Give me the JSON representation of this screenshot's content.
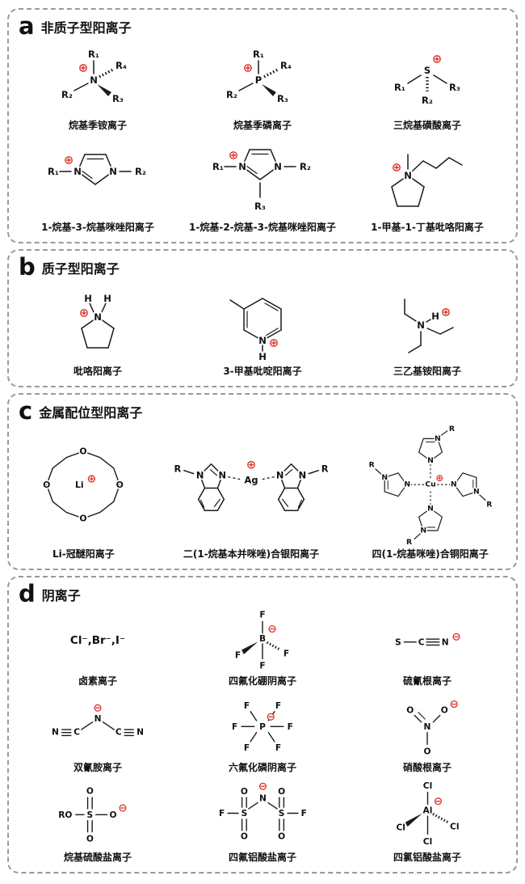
{
  "colors": {
    "charge": "#d93025",
    "bond": "#1a1a1a",
    "panel_border": "#999999",
    "background": "#ffffff"
  },
  "panels": [
    {
      "letter": "a",
      "title": "非质子型阳离子",
      "items": [
        {
          "caption": "烷基季铵离子",
          "atoms": {
            "center": "N",
            "r1": "R₁",
            "r2": "R₂",
            "r3": "R₃",
            "r4": "R₄"
          }
        },
        {
          "caption": "烷基季磷离子",
          "atoms": {
            "center": "P",
            "r1": "R₁",
            "r2": "R₂",
            "r3": "R₃",
            "r4": "R₄"
          }
        },
        {
          "caption": "三烷基磺酸离子",
          "atoms": {
            "center": "S",
            "r1": "R₁",
            "r2": "R₂",
            "r3": "R₃"
          }
        },
        {
          "caption": "1-烷基-3-烷基咪唑阳离子",
          "atoms": {
            "n1": "N",
            "n3": "N",
            "r1": "R₁",
            "r2": "R₂"
          }
        },
        {
          "caption": "1-烷基-2-烷基-3-烷基咪唑阳离子",
          "atoms": {
            "n1": "N",
            "n3": "N",
            "r1": "R₁",
            "r2": "R₂",
            "r3": "R₃"
          }
        },
        {
          "caption": "1-甲基-1-丁基吡咯阳离子",
          "atoms": {
            "n": "N"
          }
        }
      ]
    },
    {
      "letter": "b",
      "title": "质子型阳离子",
      "items": [
        {
          "caption": "吡咯阳离子",
          "atoms": {
            "n": "N",
            "h1": "H",
            "h2": "H"
          }
        },
        {
          "caption": "3-甲基吡啶阳离子",
          "atoms": {
            "n": "N",
            "h": "H"
          }
        },
        {
          "caption": "三乙基铵阳离子",
          "atoms": {
            "n": "N",
            "h": "H"
          }
        }
      ]
    },
    {
      "letter": "c",
      "title": "金属配位型阳离子",
      "items": [
        {
          "caption": "Li-冠醚阳离子",
          "atoms": {
            "o": "O",
            "li": "Li"
          }
        },
        {
          "caption": "二(1-烷基本并咪唑)合银阳离子",
          "atoms": {
            "r": "R",
            "n": "N",
            "ag": "Ag"
          }
        },
        {
          "caption": "四(1-烷基咪唑)合铜阳离子",
          "atoms": {
            "r": "R",
            "n": "N",
            "cu": "Cu"
          }
        }
      ]
    },
    {
      "letter": "d",
      "title": "阴离子",
      "items": [
        {
          "caption": "卤素离子",
          "formula": "Cl⁻,Br⁻,I⁻"
        },
        {
          "caption": "四氟化硼阴离子",
          "atoms": {
            "center": "B",
            "f": "F"
          }
        },
        {
          "caption": "硫氰根离子",
          "atoms": {
            "s": "S",
            "c": "C",
            "n": "N"
          }
        },
        {
          "caption": "双氰胺离子",
          "atoms": {
            "n": "N",
            "c": "C"
          }
        },
        {
          "caption": "六氟化磷阴离子",
          "atoms": {
            "center": "P",
            "f": "F"
          }
        },
        {
          "caption": "硝酸根离子",
          "atoms": {
            "n": "N",
            "o": "O"
          }
        },
        {
          "caption": "烷基硫酸盐离子",
          "atoms": {
            "ro": "RO",
            "s": "S",
            "o": "O"
          }
        },
        {
          "caption": "四氟铝酸盐离子",
          "atoms": {
            "n": "N",
            "s": "S",
            "o": "O",
            "f": "F"
          }
        },
        {
          "caption": "四氯铝酸盐离子",
          "atoms": {
            "center": "Al",
            "cl": "Cl"
          }
        }
      ]
    }
  ]
}
